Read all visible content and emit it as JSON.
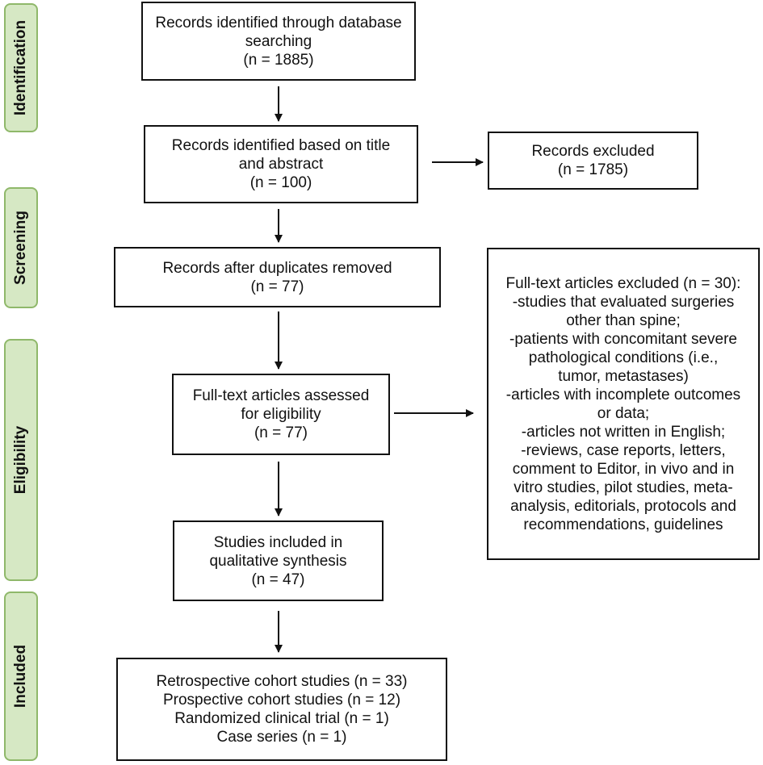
{
  "phases": {
    "identification": "Identification",
    "screening": "Screening",
    "eligibility": "Eligibility",
    "included": "Included"
  },
  "boxes": {
    "identified": [
      "Records identified through database",
      "searching",
      "(n = 1885)"
    ],
    "title_abstract": [
      "Records identified based on title",
      "and abstract",
      "(n = 100)"
    ],
    "excluded": [
      "Records excluded",
      "(n = 1785)"
    ],
    "duplicates": [
      "Records after duplicates removed",
      "(n = 77)"
    ],
    "fulltext_excluded": [
      "Full-text articles excluded (n = 30):",
      "-studies that evaluated surgeries",
      "other than spine;",
      "-patients with concomitant severe",
      "pathological conditions (i.e.,",
      "tumor, metastases)",
      "-articles with incomplete outcomes",
      "or data;",
      "-articles not written in English;",
      "-reviews, case reports, letters,",
      "comment to Editor, in vivo and in",
      "vitro studies, pilot studies, meta-",
      "analysis, editorials, protocols and",
      "recommendations, guidelines"
    ],
    "assessed": [
      "Full-text articles assessed",
      "for eligibility",
      "(n = 77)"
    ],
    "qualitative": [
      "Studies included in",
      "qualitative synthesis",
      "(n = 47)"
    ],
    "final": [
      "Retrospective cohort studies (n = 33)",
      "Prospective cohort studies (n = 12)",
      "Randomized clinical trial (n = 1)",
      "Case series (n = 1)"
    ]
  }
}
